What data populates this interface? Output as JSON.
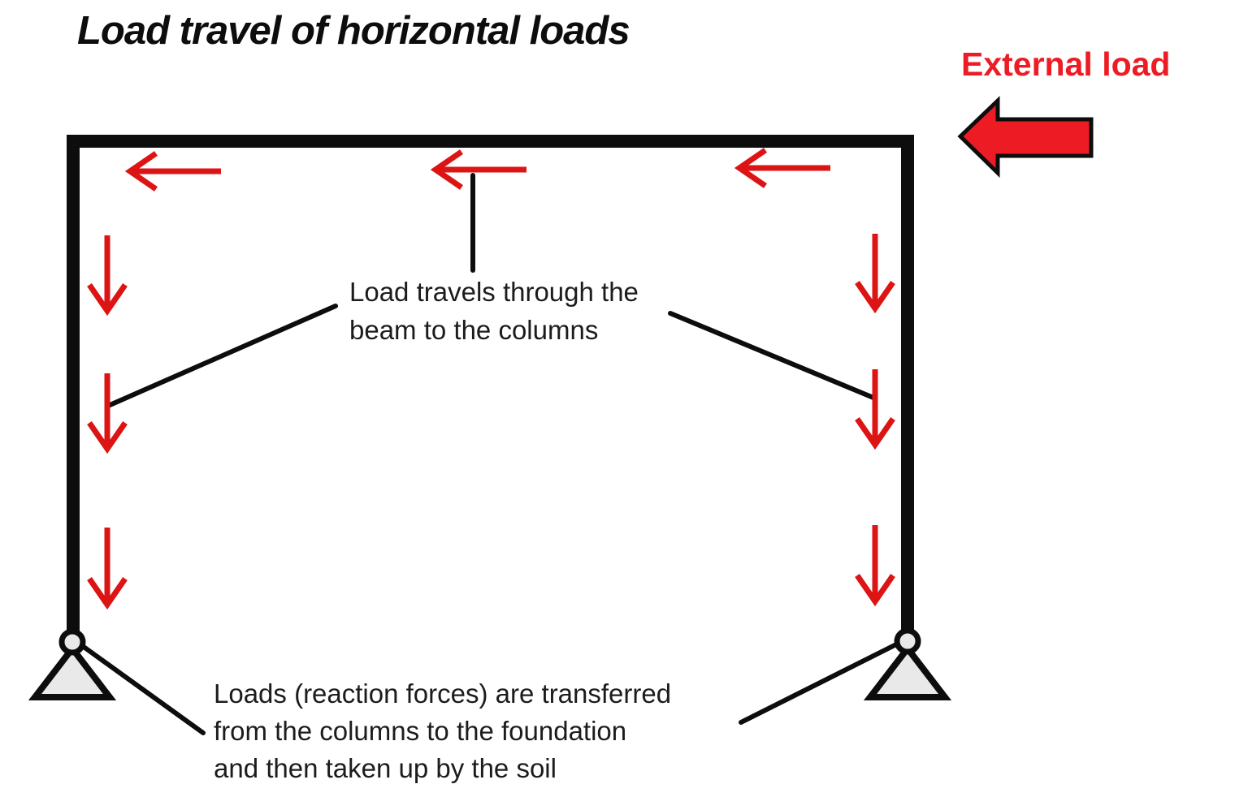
{
  "title": "Load travel of horizontal loads",
  "external_load": {
    "label": "External load",
    "icon": "left-block-arrow-icon",
    "direction": "left"
  },
  "annotations": {
    "beam_note": {
      "lines": [
        "Load travels through the",
        "beam to the columns"
      ]
    },
    "foundation_note": {
      "lines": [
        "Loads (reaction forces) are transferred",
        "from the columns to the foundation",
        "and then taken up by the soil"
      ]
    }
  },
  "diagram": {
    "structure": "portal-frame",
    "members": [
      "beam",
      "left-column",
      "right-column"
    ],
    "supports": [
      "pinned-support-left",
      "pinned-support-right"
    ],
    "beam_arrows": {
      "count": 3,
      "direction": "left"
    },
    "left_column_arrows": {
      "count": 3,
      "direction": "down"
    },
    "right_column_arrows": {
      "count": 3,
      "direction": "down"
    }
  },
  "colors": {
    "arrow_red": "#dd1414",
    "external_red": "#ed1c24",
    "structure_black": "#0d0d0d",
    "text_black": "#1c1c1c",
    "support_fill": "#e9e9e9",
    "background": "#ffffff"
  }
}
